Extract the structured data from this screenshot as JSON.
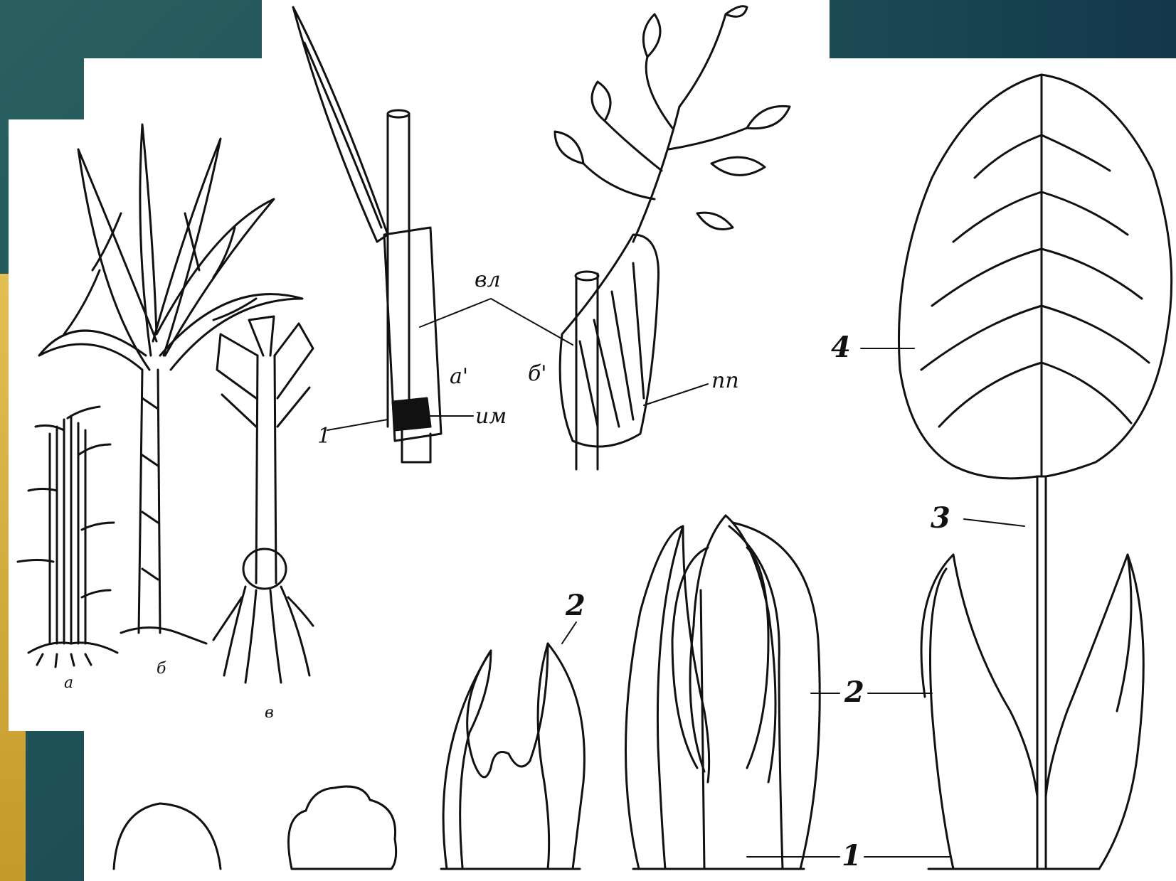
{
  "colors": {
    "background": "#1f4d52",
    "accent_gold": "#d4ad3c",
    "panel": "#ffffff",
    "ink": "#111111"
  },
  "labels": {
    "plant_a": "а",
    "plant_b": "б",
    "plant_v": "в",
    "sheath_vl": "вл",
    "sheath_a_prime": "а'",
    "sheath_b_prime": "б'",
    "sheath_im": "им",
    "sheath_one": "1",
    "sheath_pp": "пп",
    "leaf_num_1": "1",
    "leaf_num_2_small": "2",
    "leaf_num_2": "2",
    "leaf_num_3": "3",
    "leaf_num_4": "4"
  }
}
